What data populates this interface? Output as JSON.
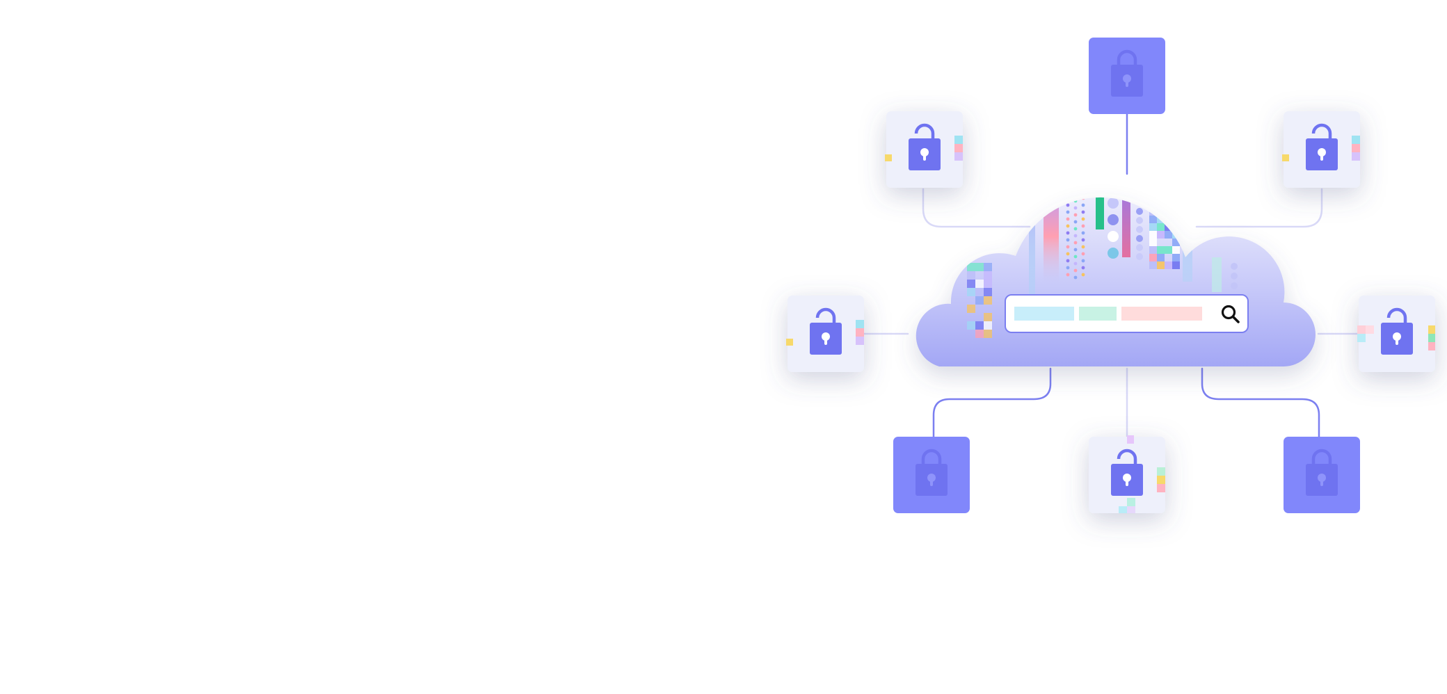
{
  "illustration": {
    "subject": "cloud-search-with-locks",
    "colors": {
      "background": "#ffffff",
      "accent": "#6f73f0",
      "lock_tile_solid": "#8187fb",
      "lock_tile_light": "#eef0fb",
      "lock_icon": "#6f73f0",
      "connector_dark": "#7b7ff0",
      "connector_light": "#d9d9f7",
      "cloud_top": "#e6e6fb",
      "cloud_bottom": "#a8acf6",
      "search_text_cyan": "#c8eefa",
      "search_text_mint": "#c8f2e4",
      "search_text_pink": "#ffdcdc",
      "search_icon": "#111111"
    },
    "locks": [
      {
        "id": "top-center",
        "state": "locked",
        "style": "solid"
      },
      {
        "id": "upper-left",
        "state": "unlocked",
        "style": "light"
      },
      {
        "id": "upper-right",
        "state": "unlocked",
        "style": "light"
      },
      {
        "id": "middle-left",
        "state": "unlocked",
        "style": "light"
      },
      {
        "id": "middle-right",
        "state": "unlocked",
        "style": "light"
      },
      {
        "id": "bottom-left",
        "state": "locked",
        "style": "solid"
      },
      {
        "id": "bottom-center",
        "state": "unlocked",
        "style": "light"
      },
      {
        "id": "bottom-right",
        "state": "locked",
        "style": "solid"
      }
    ],
    "search_icon": "magnifier-icon",
    "lock_icon": "padlock-icon"
  }
}
